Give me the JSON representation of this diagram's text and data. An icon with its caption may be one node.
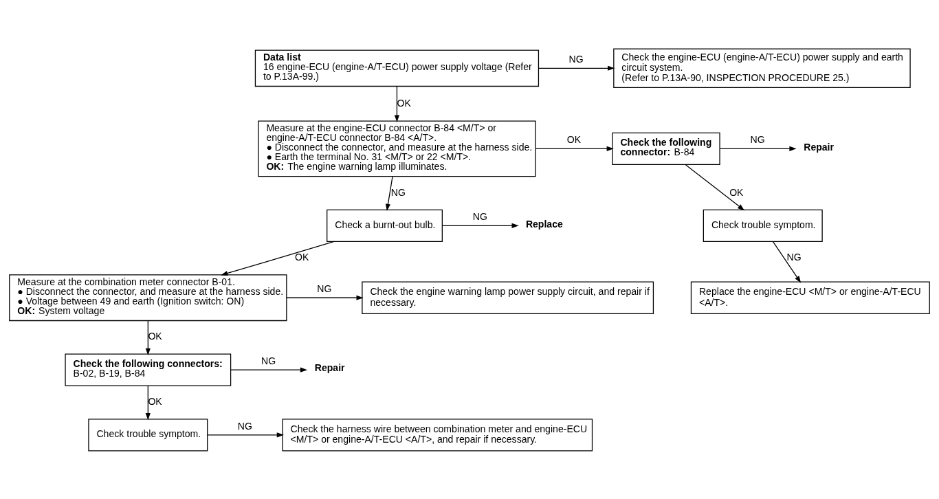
{
  "diagram": {
    "nodes": [
      {
        "text": [
          "Data list",
          "16 engine-ECU (engine-A/T-ECU) power supply voltage (Refer to P.13A-99.)"
        ]
      },
      {
        "text": [
          "Check the engine-ECU (engine-A/T-ECU) power supply and earth circuit system.",
          "(Refer to P.13A-90, INSPECTION PROCEDURE 25.)"
        ]
      },
      {
        "text": [
          "Measure at the engine-ECU connector B-84 <M/T> or engine-A/T-ECU connector B-84 <A/T>.",
          "● Disconnect the connector, and measure at the harness side.",
          "● Earth the terminal No. 31 <M/T> or 22 <M/T>.",
          "**OK:** The engine warning lamp illuminates."
        ]
      },
      {
        "text": [
          "**Check the following connector:** B-84"
        ]
      },
      {
        "text": [
          "Repair"
        ]
      },
      {
        "text": [
          "Check trouble symptom."
        ]
      },
      {
        "text": [
          "Replace the engine-ECU <M/T> or engine-A/T-ECU <A/T>."
        ]
      },
      {
        "text": [
          "Check a burnt-out bulb."
        ]
      },
      {
        "text": [
          "Replace"
        ]
      },
      {
        "text": [
          "Measure at the combination meter connector B-01.",
          "● Disconnect the connector, and measure at the harness side.",
          "● Voltage between 49 and earth (Ignition switch: ON)",
          "**OK:** System voltage"
        ]
      },
      {
        "text": [
          "Check the engine warning lamp power supply circuit, and repair if necessary."
        ]
      },
      {
        "text": [
          "Check the following connectors:",
          "B-02, B-19, B-84"
        ]
      },
      {
        "text": [
          "Repair"
        ]
      },
      {
        "text": [
          "Check trouble symptom."
        ]
      },
      {
        "text": [
          "Check the harness wire between combination meter and engine-ECU <M/T> or engine-A/T-ECU <A/T>, and repair if necessary."
        ]
      }
    ],
    "edges": [
      {
        "from": 0,
        "to": 1,
        "arrow": "to",
        "label": "NG"
      },
      {
        "from": 0,
        "to": 2,
        "arrow": "to",
        "label": "OK"
      },
      {
        "from": 2,
        "to": 3,
        "arrow": "to",
        "label": "OK"
      },
      {
        "from": 3,
        "to": 4,
        "arrow": "to",
        "label": "NG"
      },
      {
        "from": 3,
        "to": 5,
        "arrow": "to",
        "label": "OK"
      },
      {
        "from": 5,
        "to": 6,
        "arrow": "to",
        "label": "NG"
      },
      {
        "from": 2,
        "to": 7,
        "arrow": "to",
        "label": "NG"
      },
      {
        "from": 7,
        "to": 8,
        "arrow": "to",
        "label": "NG"
      },
      {
        "from": 7,
        "to": 9,
        "arrow": "to",
        "label": "OK"
      },
      {
        "from": 9,
        "to": 10,
        "arrow": "to",
        "label": "NG"
      },
      {
        "from": 9,
        "to": 11,
        "arrow": "to",
        "label": "OK"
      },
      {
        "from": 11,
        "to": 12,
        "arrow": "to",
        "label": "NG"
      },
      {
        "from": 11,
        "to": 13,
        "arrow": "to",
        "label": "OK"
      },
      {
        "from": 13,
        "to": 14,
        "arrow": "to",
        "label": "NG"
      }
    ]
  }
}
